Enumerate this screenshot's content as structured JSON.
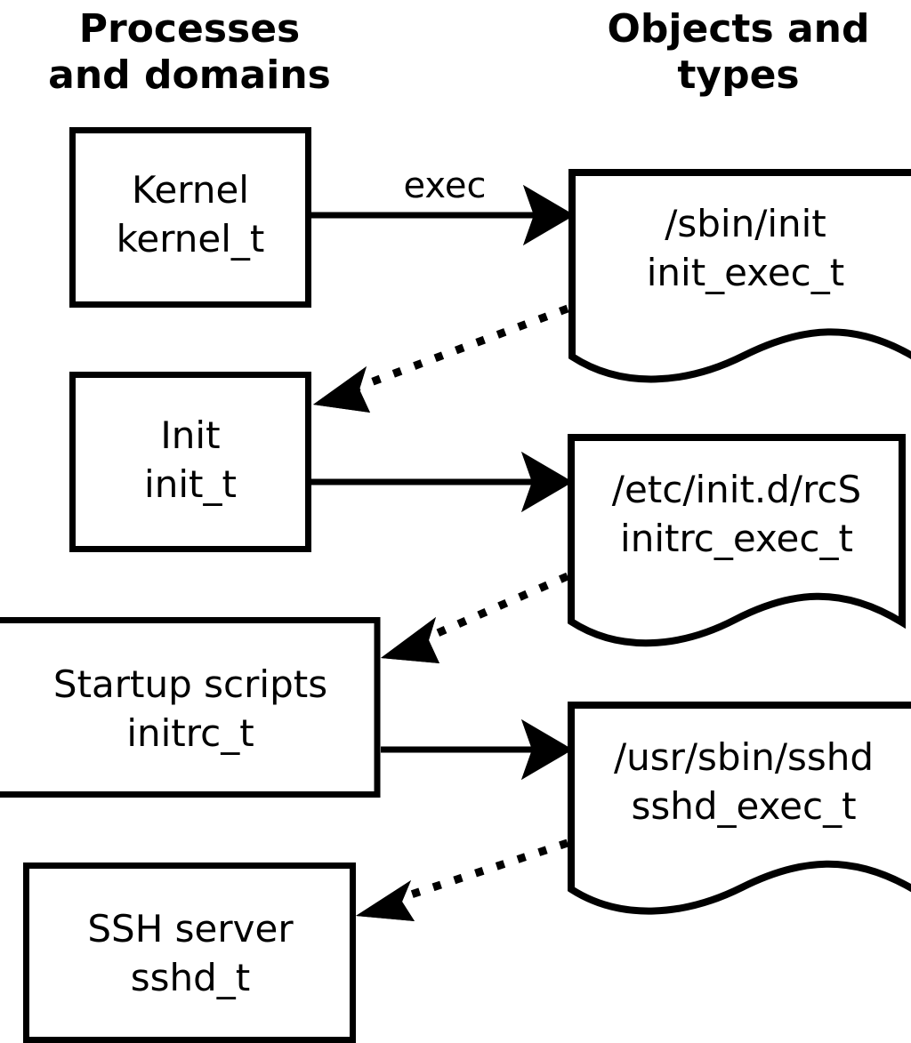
{
  "diagram": {
    "title_left": "Processes\nand domains",
    "columns": [
      {
        "id": "processes",
        "line1": "Processes",
        "line2": "and domains"
      },
      {
        "id": "objects",
        "line1": "Objects and",
        "line2": "types"
      }
    ],
    "colors": {
      "stroke": "#000000",
      "fill": "#ffffff",
      "background": "#ffffff"
    },
    "process_nodes": [
      {
        "id": "kernel",
        "line1": "Kernel",
        "line2": "kernel_t"
      },
      {
        "id": "init",
        "line1": "Init",
        "line2": "init_t"
      },
      {
        "id": "initrc",
        "line1": "Startup scripts",
        "line2": "initrc_t"
      },
      {
        "id": "sshd",
        "line1": "SSH server",
        "line2": "sshd_t"
      }
    ],
    "object_nodes": [
      {
        "id": "init_exec",
        "line1": "/sbin/init",
        "line2": "init_exec_t"
      },
      {
        "id": "initrc_exec",
        "line1": "/etc/init.d/rcS",
        "line2": "initrc_exec_t"
      },
      {
        "id": "sshd_exec",
        "line1": "/usr/sbin/sshd",
        "line2": "sshd_exec_t"
      }
    ],
    "edges": [
      {
        "id": "kernel-exec-init",
        "label": "exec",
        "style": "solid",
        "from": "kernel",
        "to": "init_exec"
      },
      {
        "id": "init_exec-transition",
        "label": "",
        "style": "dotted",
        "from": "init_exec",
        "to": "init"
      },
      {
        "id": "init-exec-initrc",
        "label": "",
        "style": "solid",
        "from": "init",
        "to": "initrc_exec"
      },
      {
        "id": "initrc_exec-transition",
        "label": "",
        "style": "dotted",
        "from": "initrc_exec",
        "to": "initrc"
      },
      {
        "id": "initrc-exec-sshd",
        "label": "",
        "style": "solid",
        "from": "initrc",
        "to": "sshd_exec"
      },
      {
        "id": "sshd_exec-transition",
        "label": "",
        "style": "dotted",
        "from": "sshd_exec",
        "to": "sshd"
      }
    ]
  }
}
